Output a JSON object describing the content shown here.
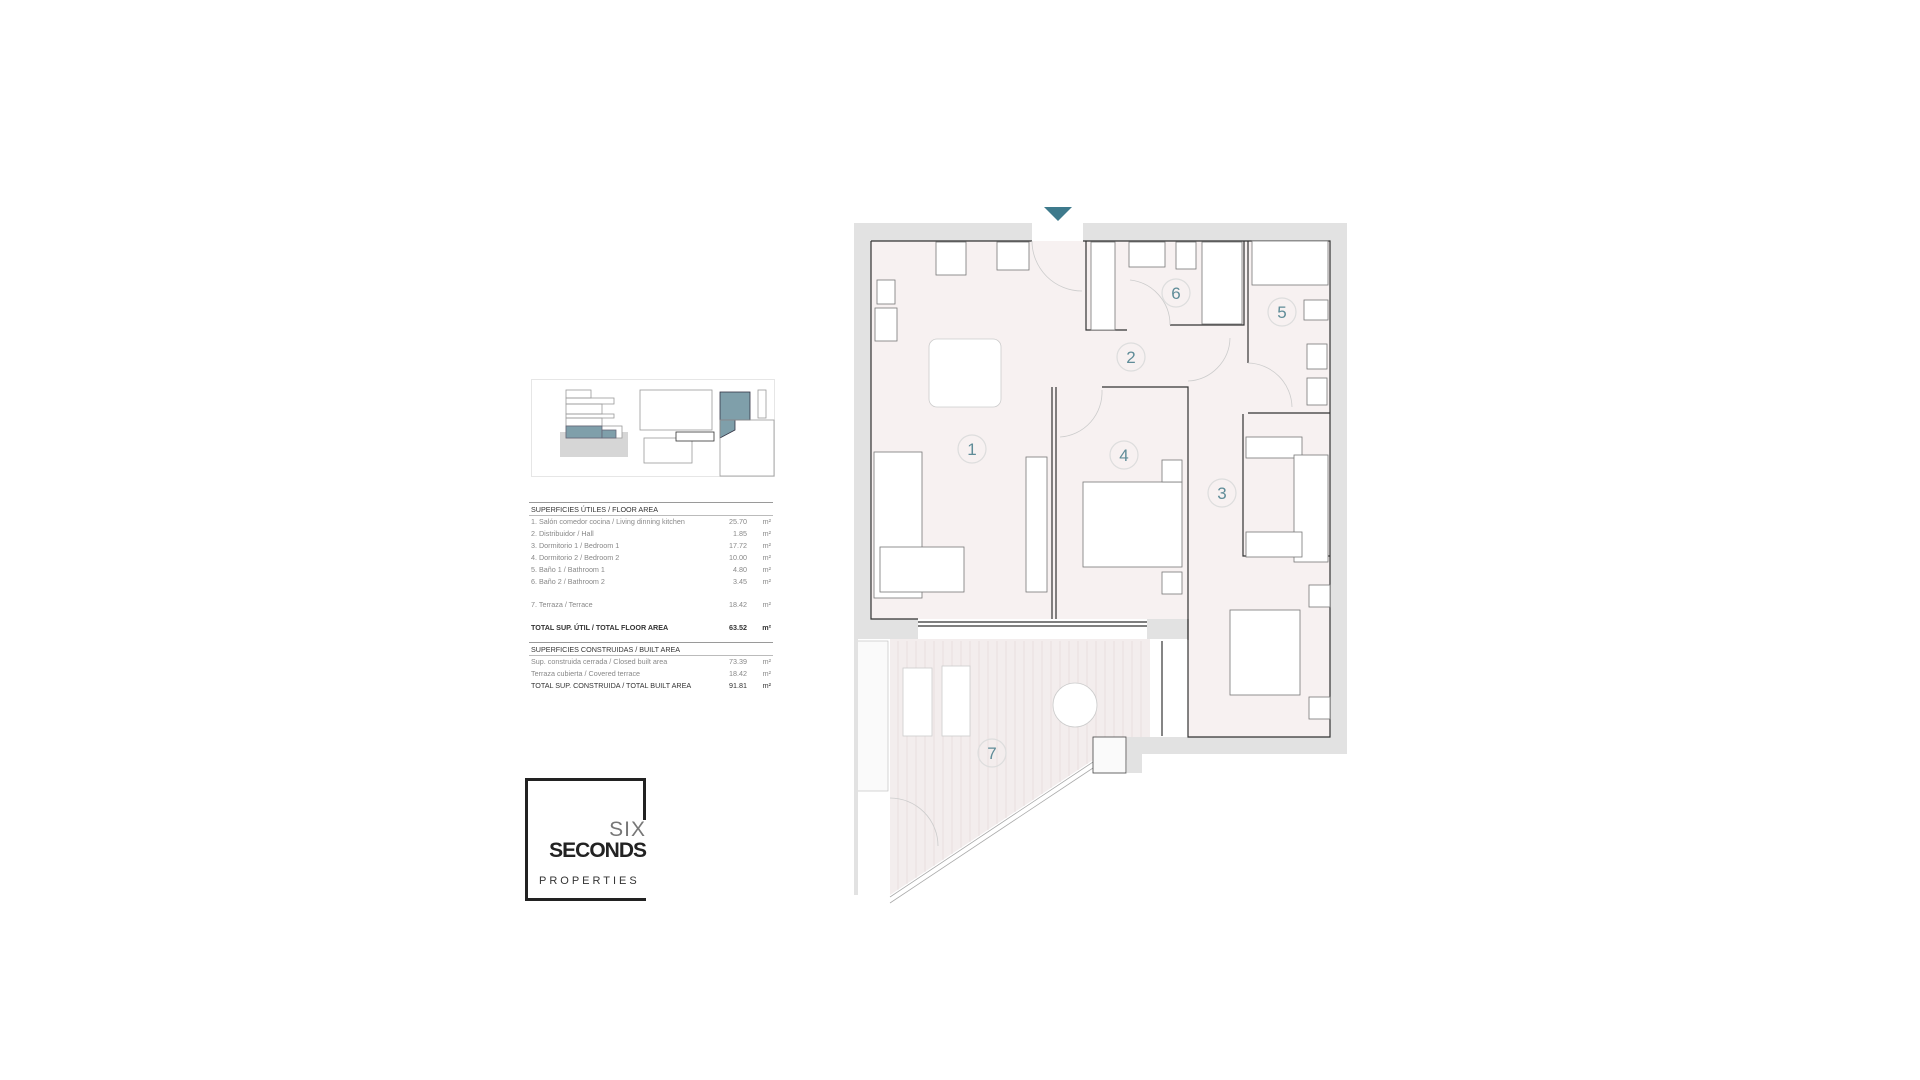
{
  "floor_area": {
    "heading": "SUPERFICIES ÚTILES / FLOOR AREA",
    "rows": [
      {
        "label": "1. Salón comedor cocina / Living dinning kitchen",
        "value": "25.70",
        "unit": "m²"
      },
      {
        "label": "2. Distribuidor / Hall",
        "value": "1.85",
        "unit": "m²"
      },
      {
        "label": "3. Dormitorio 1 / Bedroom 1",
        "value": "17.72",
        "unit": "m²"
      },
      {
        "label": "4. Dormitorio 2 / Bedroom 2",
        "value": "10.00",
        "unit": "m²"
      },
      {
        "label": "5. Baño 1 / Bathroom 1",
        "value": "4.80",
        "unit": "m²"
      },
      {
        "label": "6. Baño 2 / Bathroom 2",
        "value": "3.45",
        "unit": "m²"
      }
    ],
    "terrace": {
      "label": "7. Terraza / Terrace",
      "value": "18.42",
      "unit": "m²"
    },
    "total": {
      "label": "TOTAL SUP. ÚTIL / TOTAL FLOOR AREA",
      "value": "63.52",
      "unit": "m²"
    }
  },
  "built_area": {
    "heading": "SUPERFICIES CONSTRUIDAS / BUILT AREA",
    "rows": [
      {
        "label": "Sup. construida cerrada / Closed built area",
        "value": "73.39",
        "unit": "m²"
      },
      {
        "label": "Terraza cubierta / Covered terrace",
        "value": "18.42",
        "unit": "m²"
      }
    ],
    "total": {
      "label": "TOTAL SUP. CONSTRUIDA / TOTAL BUILT AREA",
      "value": "91.81",
      "unit": "m²"
    }
  },
  "logo": {
    "line1": "SIX",
    "line2": "SECONDS",
    "line3": "PROPERTIES"
  },
  "plan": {
    "room_labels": [
      "1",
      "2",
      "3",
      "4",
      "5",
      "6",
      "7"
    ],
    "colors": {
      "floor": "#f7f1f1",
      "wall": "#e2e2e2",
      "label": "#5f8c98",
      "entrance_arrow": "#3e7a8c",
      "highlight": "#7f9faa"
    }
  }
}
